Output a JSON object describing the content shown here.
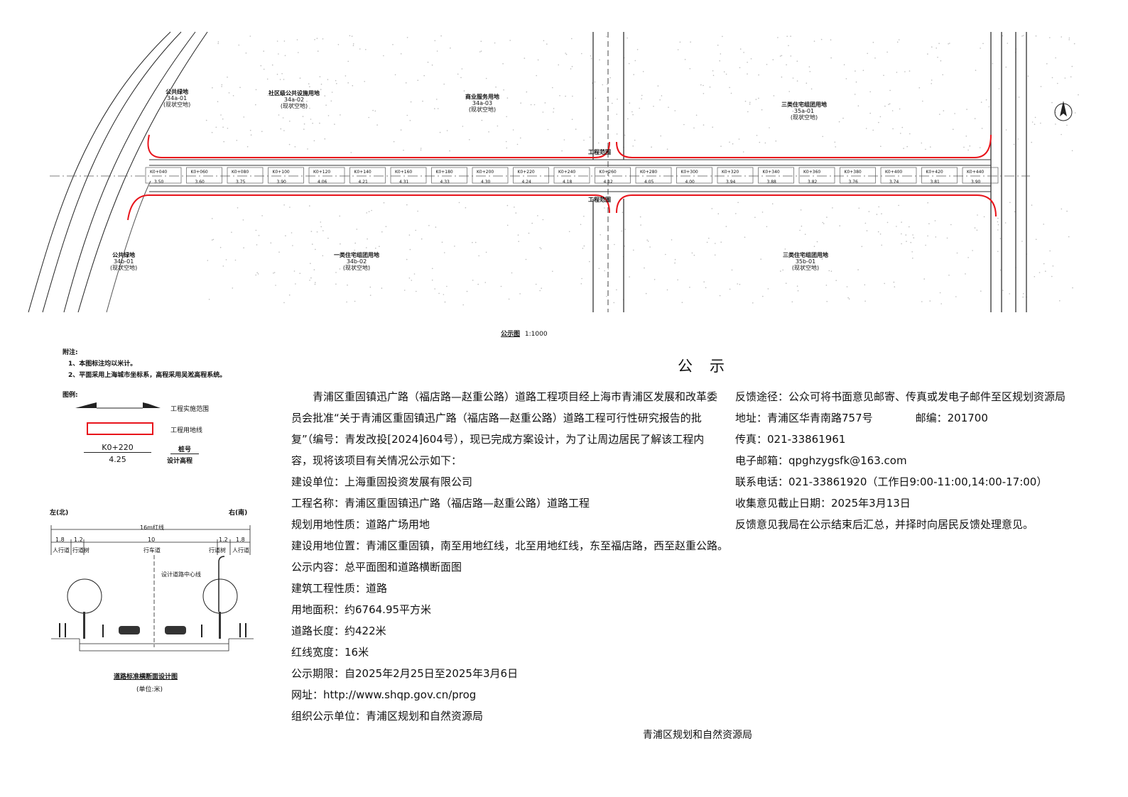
{
  "plan": {
    "parcels": [
      {
        "name": "公共绿地",
        "code": "34a-01",
        "status": "(现状空地)"
      },
      {
        "name": "社区级公共设施用地",
        "code": "34a-02",
        "status": "(现状空地)"
      },
      {
        "name": "商业服务用地",
        "code": "34a-03",
        "status": "(现状空地)"
      },
      {
        "name": "三类住宅组团用地",
        "code": "35a-01",
        "status": "(现状空地)"
      },
      {
        "name": "公共绿地",
        "code": "34b-01",
        "status": "(现状空地)"
      },
      {
        "name": "一类住宅组团用地",
        "code": "34b-02",
        "status": "(现状空地)"
      },
      {
        "name": "三类住宅组团用地",
        "code": "35b-01",
        "status": "(现状空地)"
      }
    ],
    "stations": [
      {
        "k": "K0+040",
        "h": "3.50"
      },
      {
        "k": "K0+060",
        "h": "3.60"
      },
      {
        "k": "K0+080",
        "h": "3.75"
      },
      {
        "k": "K0+100",
        "h": "3.90"
      },
      {
        "k": "K0+120",
        "h": "4.06"
      },
      {
        "k": "K0+140",
        "h": "4.21"
      },
      {
        "k": "K0+160",
        "h": "4.31"
      },
      {
        "k": "K0+180",
        "h": "4.33"
      },
      {
        "k": "K0+200",
        "h": "4.30"
      },
      {
        "k": "K0+220",
        "h": "4.24"
      },
      {
        "k": "K0+240",
        "h": "4.18"
      },
      {
        "k": "K0+260",
        "h": "4.12"
      },
      {
        "k": "K0+280",
        "h": "4.05"
      },
      {
        "k": "K0+300",
        "h": "4.00"
      },
      {
        "k": "K0+320",
        "h": "3.94"
      },
      {
        "k": "K0+340",
        "h": "3.88"
      },
      {
        "k": "K0+360",
        "h": "3.82"
      },
      {
        "k": "K0+380",
        "h": "3.76"
      },
      {
        "k": "K0+400",
        "h": "3.74"
      },
      {
        "k": "K0+420",
        "h": "3.81"
      },
      {
        "k": "K0+440",
        "h": "3.90"
      }
    ],
    "road_label_top": "工程范围",
    "road_label_bottom": "工程范围",
    "caption_title": "公示图",
    "caption_scale": "1:1000"
  },
  "notes": {
    "title": "附注:",
    "items": [
      "1、本图标注均以米计。",
      "2、平面采用上海城市坐标系，高程采用吴淞高程系统。"
    ]
  },
  "legend": {
    "title": "图例:",
    "scope_label": "工程实施范围",
    "redline_label": "工程用地线",
    "station_sample": "K0+220",
    "height_sample": "4.25",
    "station_label": "桩号",
    "height_label": "设计高程"
  },
  "section": {
    "left_label": "左(北)",
    "right_label": "右(南)",
    "total_label": "16m红线",
    "widths": [
      "1.8",
      "1.2",
      "10",
      "1.2",
      "1.8"
    ],
    "parts": [
      "人行道",
      "行道树",
      "行车道",
      "行道树",
      "人行道"
    ],
    "centerline_label": "设计道路中心线",
    "title": "道路标准横断面设计图",
    "unit": "(单位:米)"
  },
  "notice": {
    "heading": "公示",
    "intro": "青浦区重固镇迅广路（福店路—赵重公路）道路工程项目经上海市青浦区发展和改革委员会批准“关于青浦区重固镇迅广路（福店路—赵重公路）道路工程可行性研究报告的批复”（编号：青发改投[2024]604号），现已完成方案设计，为了让周边居民了解该工程内容，现将该项目有关情况公示如下：",
    "rows": [
      "建设单位：上海重固投资发展有限公司",
      "工程名称：青浦区重固镇迅广路（福店路—赵重公路）道路工程",
      "规划用地性质：道路广场用地",
      "建设用地位置：青浦区重固镇，南至用地红线，北至用地红线，东至福店路，西至赵重公路。",
      "公示内容：总平面图和道路横断面图",
      "建筑工程性质：道路",
      "用地面积：约6764.95平方米",
      "道路长度：约422米",
      "红线宽度：16米",
      "公示期限：自2025年2月25日至2025年3月6日",
      "网址：http://www.shqp.gov.cn/prog",
      "组织公示单位：青浦区规划和自然资源局"
    ],
    "contact": [
      "反馈途径：公众可将书面意见邮寄、传真或发电子邮件至区规划资源局",
      "地址：青浦区华青南路757号　　　　邮编：201700",
      "传真：021-33861961",
      "电子邮箱：qpghzygsfk@163.com",
      "联系电话：021-33861920（工作日9:00-11:00,14:00-17:00）",
      "收集意见截止日期：2025年3月13日",
      "反馈意见我局在公示结束后汇总，并择时向居民反馈处理意见。"
    ],
    "signature": "青浦区规划和自然资源局"
  },
  "colors": {
    "redline": "#e8141b",
    "ink": "#111111",
    "grey": "#9a9a9a"
  }
}
